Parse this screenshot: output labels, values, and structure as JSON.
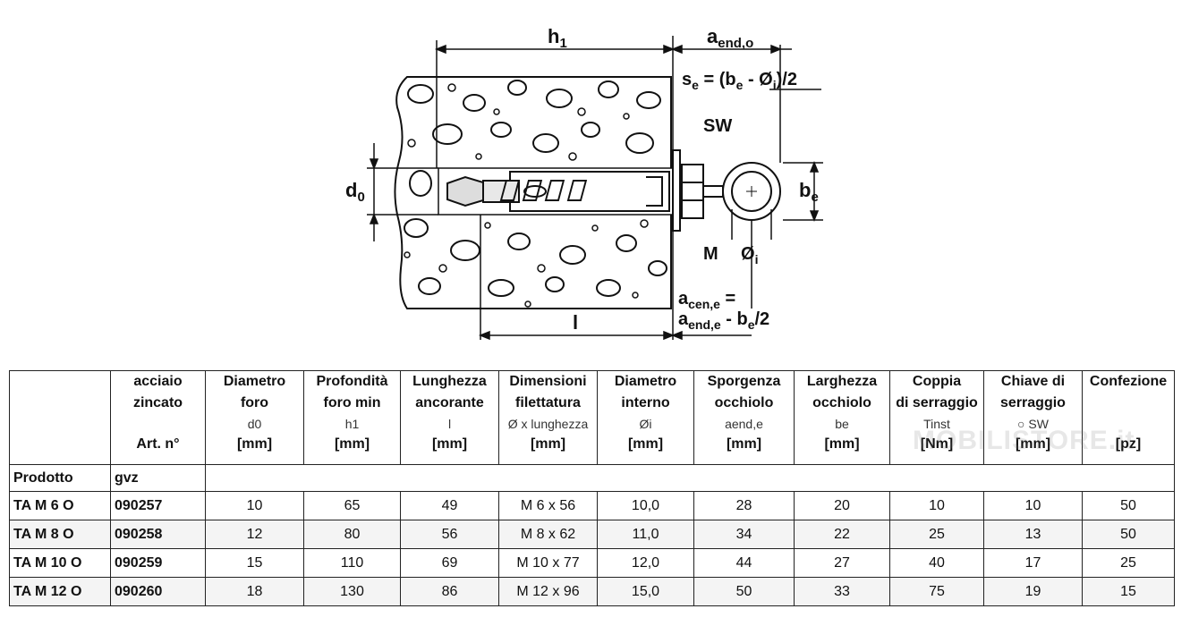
{
  "diagram": {
    "h1": "h",
    "h1_sub": "1",
    "aend": "a",
    "aend_sub": "end,o",
    "se_formula_a": "s",
    "se_formula_sub": "e",
    "se_formula_b": " = (b",
    "se_formula_sub2": "e",
    "se_formula_c": " - Ø",
    "se_formula_sub3": "i",
    "se_formula_d": ")/2",
    "sw": "SW",
    "d0": "d",
    "d0_sub": "0",
    "be": "b",
    "be_sub": "e",
    "m": "M",
    "oi": "Ø",
    "oi_sub": "i",
    "l": "l",
    "acen_a": "a",
    "acen_sub": "cen,e",
    "acen_eq": " =",
    "aend2_a": "a",
    "aend2_sub": "end,e",
    "aend2_rest": " - b",
    "aend2_sub2": "e",
    "aend2_tail": "/2"
  },
  "table": {
    "headers": [
      {
        "lines": [
          "",
          ""
        ],
        "sym": "",
        "unit": ""
      },
      {
        "lines": [
          "acciaio",
          "zincato"
        ],
        "sym": "",
        "unit": "Art. n°"
      },
      {
        "lines": [
          "Diametro",
          "foro"
        ],
        "sym": "d0",
        "unit": "[mm]"
      },
      {
        "lines": [
          "Profondità",
          "foro min"
        ],
        "sym": "h1",
        "unit": "[mm]"
      },
      {
        "lines": [
          "Lunghezza",
          "ancorante"
        ],
        "sym": "l",
        "unit": "[mm]"
      },
      {
        "lines": [
          "Dimensioni",
          "filettatura"
        ],
        "sym": "Ø x lunghezza",
        "unit": "[mm]"
      },
      {
        "lines": [
          "Diametro",
          "interno"
        ],
        "sym": "Øi",
        "unit": "[mm]"
      },
      {
        "lines": [
          "Sporgenza",
          "occhiolo"
        ],
        "sym": "aend,e",
        "unit": "[mm]"
      },
      {
        "lines": [
          "Larghezza",
          "occhiolo"
        ],
        "sym": "be",
        "unit": "[mm]"
      },
      {
        "lines": [
          "Coppia",
          "di serraggio"
        ],
        "sym": "Tinst",
        "unit": "[Nm]"
      },
      {
        "lines": [
          "Chiave di",
          "serraggio"
        ],
        "sym": "○ SW",
        "unit": "[mm]"
      },
      {
        "lines": [
          "Confezione",
          ""
        ],
        "sym": "",
        "unit": "[pz]"
      }
    ],
    "product_label": "Prodotto",
    "code_label": "gvz",
    "rows": [
      [
        "TA M 6 O",
        "090257",
        "10",
        "65",
        "49",
        "M 6 x 56",
        "10,0",
        "28",
        "20",
        "10",
        "10",
        "50"
      ],
      [
        "TA M 8 O",
        "090258",
        "12",
        "80",
        "56",
        "M 8 x 62",
        "11,0",
        "34",
        "22",
        "25",
        "13",
        "50"
      ],
      [
        "TA M 10 O",
        "090259",
        "15",
        "110",
        "69",
        "M 10 x 77",
        "12,0",
        "44",
        "27",
        "40",
        "17",
        "25"
      ],
      [
        "TA M 12 O",
        "090260",
        "18",
        "130",
        "86",
        "M 12 x 96",
        "15,0",
        "50",
        "33",
        "75",
        "19",
        "15"
      ]
    ]
  },
  "watermark": "MOBILISTORE.it"
}
